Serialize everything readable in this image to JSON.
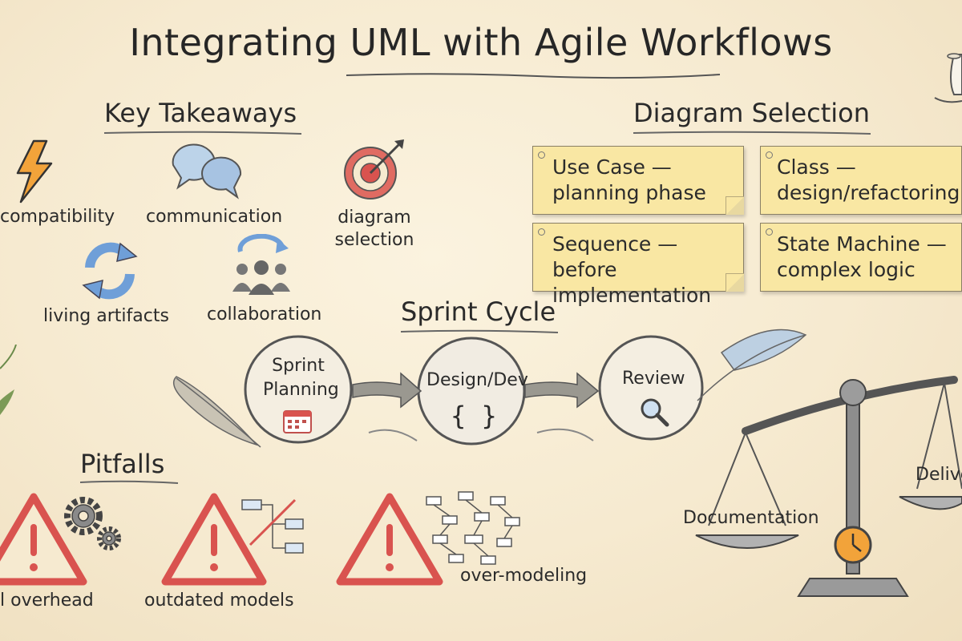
{
  "title": "Integrating UML with Agile Workflows",
  "key_takeaways": {
    "heading": "Key Takeaways",
    "items": [
      {
        "label": "compatibility",
        "icon": "lightning-icon"
      },
      {
        "label": "communication",
        "icon": "speech-bubbles-icon"
      },
      {
        "label": "diagram selection",
        "icon": "target-icon"
      },
      {
        "label": "living artifacts",
        "icon": "refresh-arrows-icon"
      },
      {
        "label": "collaboration",
        "icon": "people-group-icon"
      }
    ]
  },
  "diagram_selection": {
    "heading": "Diagram Selection",
    "notes": [
      {
        "line1": "Use Case —",
        "line2": "planning phase"
      },
      {
        "line1": "Class —",
        "line2": "design/refactoring"
      },
      {
        "line1": "Sequence — before",
        "line2": "implementation"
      },
      {
        "line1": "State Machine —",
        "line2": "complex logic"
      }
    ]
  },
  "sprint_cycle": {
    "heading": "Sprint Cycle",
    "stages": [
      {
        "label_line1": "Sprint",
        "label_line2": "Planning",
        "icon": "calendar-icon"
      },
      {
        "label_line1": "Design/Dev",
        "icon": "code-braces-icon",
        "glyph": "{ }"
      },
      {
        "label_line1": "Review",
        "icon": "magnifier-icon"
      }
    ]
  },
  "pitfalls": {
    "heading": "Pitfalls",
    "items": [
      {
        "label": "l overhead",
        "icon": "gears-icon"
      },
      {
        "label": "outdated models",
        "icon": "crossed-diagram-icon"
      },
      {
        "label": "over-modeling",
        "icon": "complex-diagram-icon"
      }
    ]
  },
  "balance": {
    "left_label": "Documentation",
    "right_label": "Delive",
    "icon": "scale-icon"
  },
  "colors": {
    "accent_orange": "#f2a33a",
    "warning_red": "#d9534f",
    "note_yellow": "#f9e7a3",
    "icon_blue": "#6f9fd8"
  }
}
